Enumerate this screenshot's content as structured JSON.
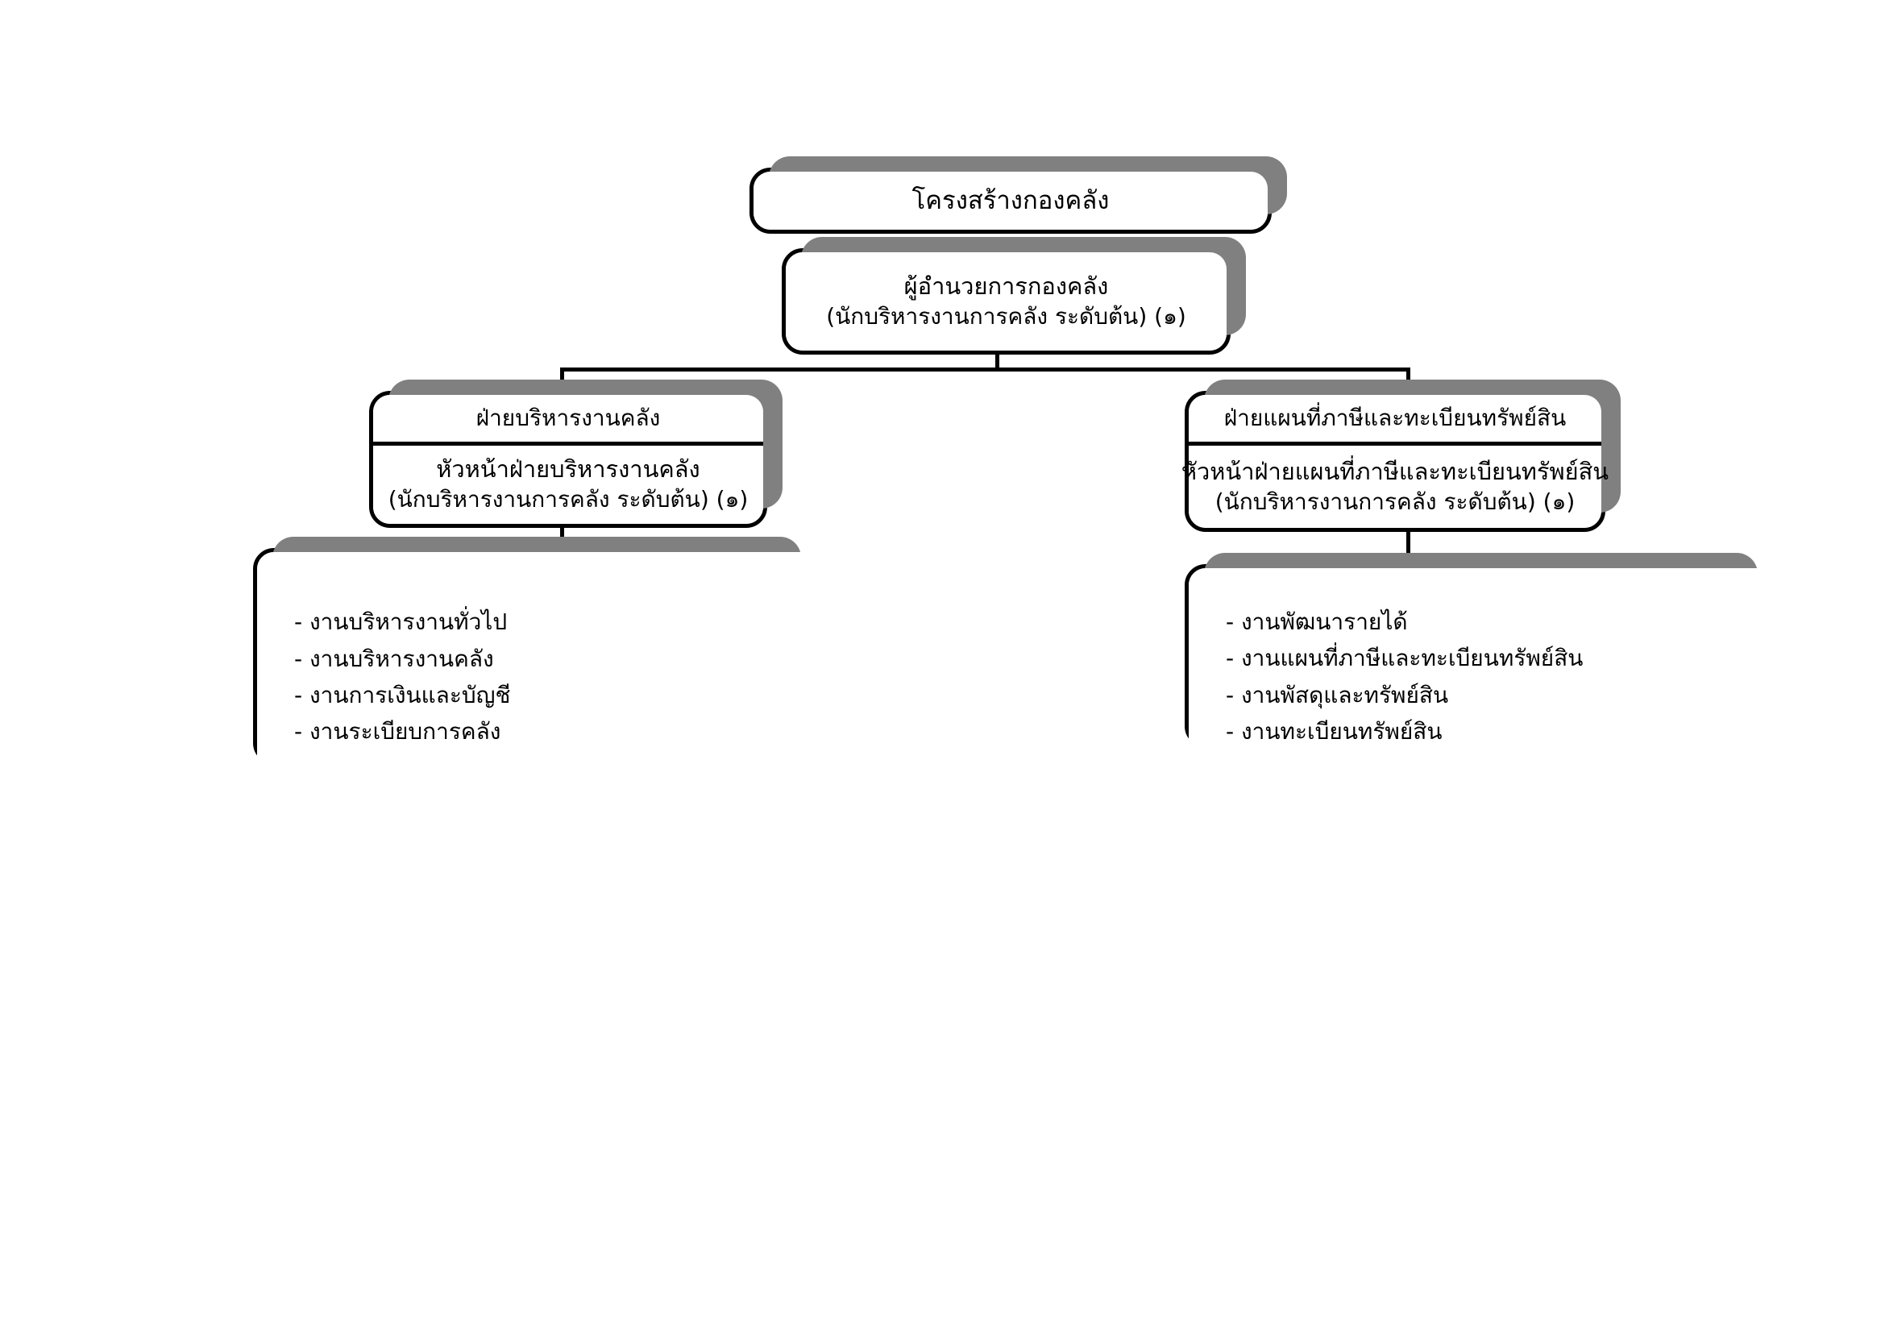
{
  "document": {
    "title": "โครงสร้างกองคลัง",
    "language": "th",
    "background_color": "#ffffff",
    "line_color": "#000000",
    "shadow_color": "#808080"
  },
  "chart_title": {
    "text": "โครงสร้างกองคลัง"
  },
  "director": {
    "line1": "ผู้อำนวยการกองคลัง",
    "line2": "(นักบริหารงานการคลัง ระดับต้น) (๑)"
  },
  "branches": [
    {
      "id": "finance-administration",
      "header": "ฝ่ายบริหารงานคลัง",
      "chief": "หัวหน้าฝ่ายบริหารงานคลัง",
      "rank": "(นักบริหารงานการคลัง ระดับต้น) (๑)",
      "tasks": [
        "- งานบริหารงานทั่วไป",
        "- งานบริหารงานคลัง",
        "- งานการเงินและบัญชี",
        "- งานระเบียบการคลัง"
      ]
    },
    {
      "id": "tax-map-and-property-registry",
      "header": "ฝ่ายแผนที่ภาษีและทะเบียนทรัพย์สิน",
      "chief": "หัวหน้าฝ่ายแผนที่ภาษีและทะเบียนทรัพย์สิน",
      "rank": "(นักบริหารงานการคลัง ระดับต้น) (๑)",
      "tasks": [
        "- งานพัฒนารายได้",
        "- งานแผนที่ภาษีและทะเบียนทรัพย์สิน",
        "- งานพัสดุและทรัพย์สิน",
        "- งานทะเบียนทรัพย์สิน"
      ]
    }
  ]
}
